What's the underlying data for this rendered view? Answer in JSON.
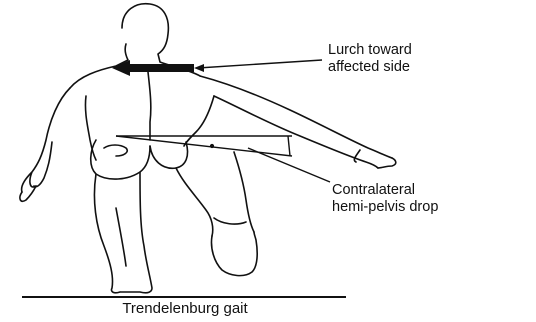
{
  "figure": {
    "annotations": {
      "lurch": "Lurch toward\naffected side",
      "pelvis": "Contralateral\nhemi-pelvis drop"
    },
    "caption": "Trendelenburg gait"
  },
  "colors": {
    "ink": "#111111",
    "background": "#ffffff"
  },
  "icons": {
    "figure": "human-back-view-illustration",
    "lurch_arrow": "bold-left-arrow"
  }
}
